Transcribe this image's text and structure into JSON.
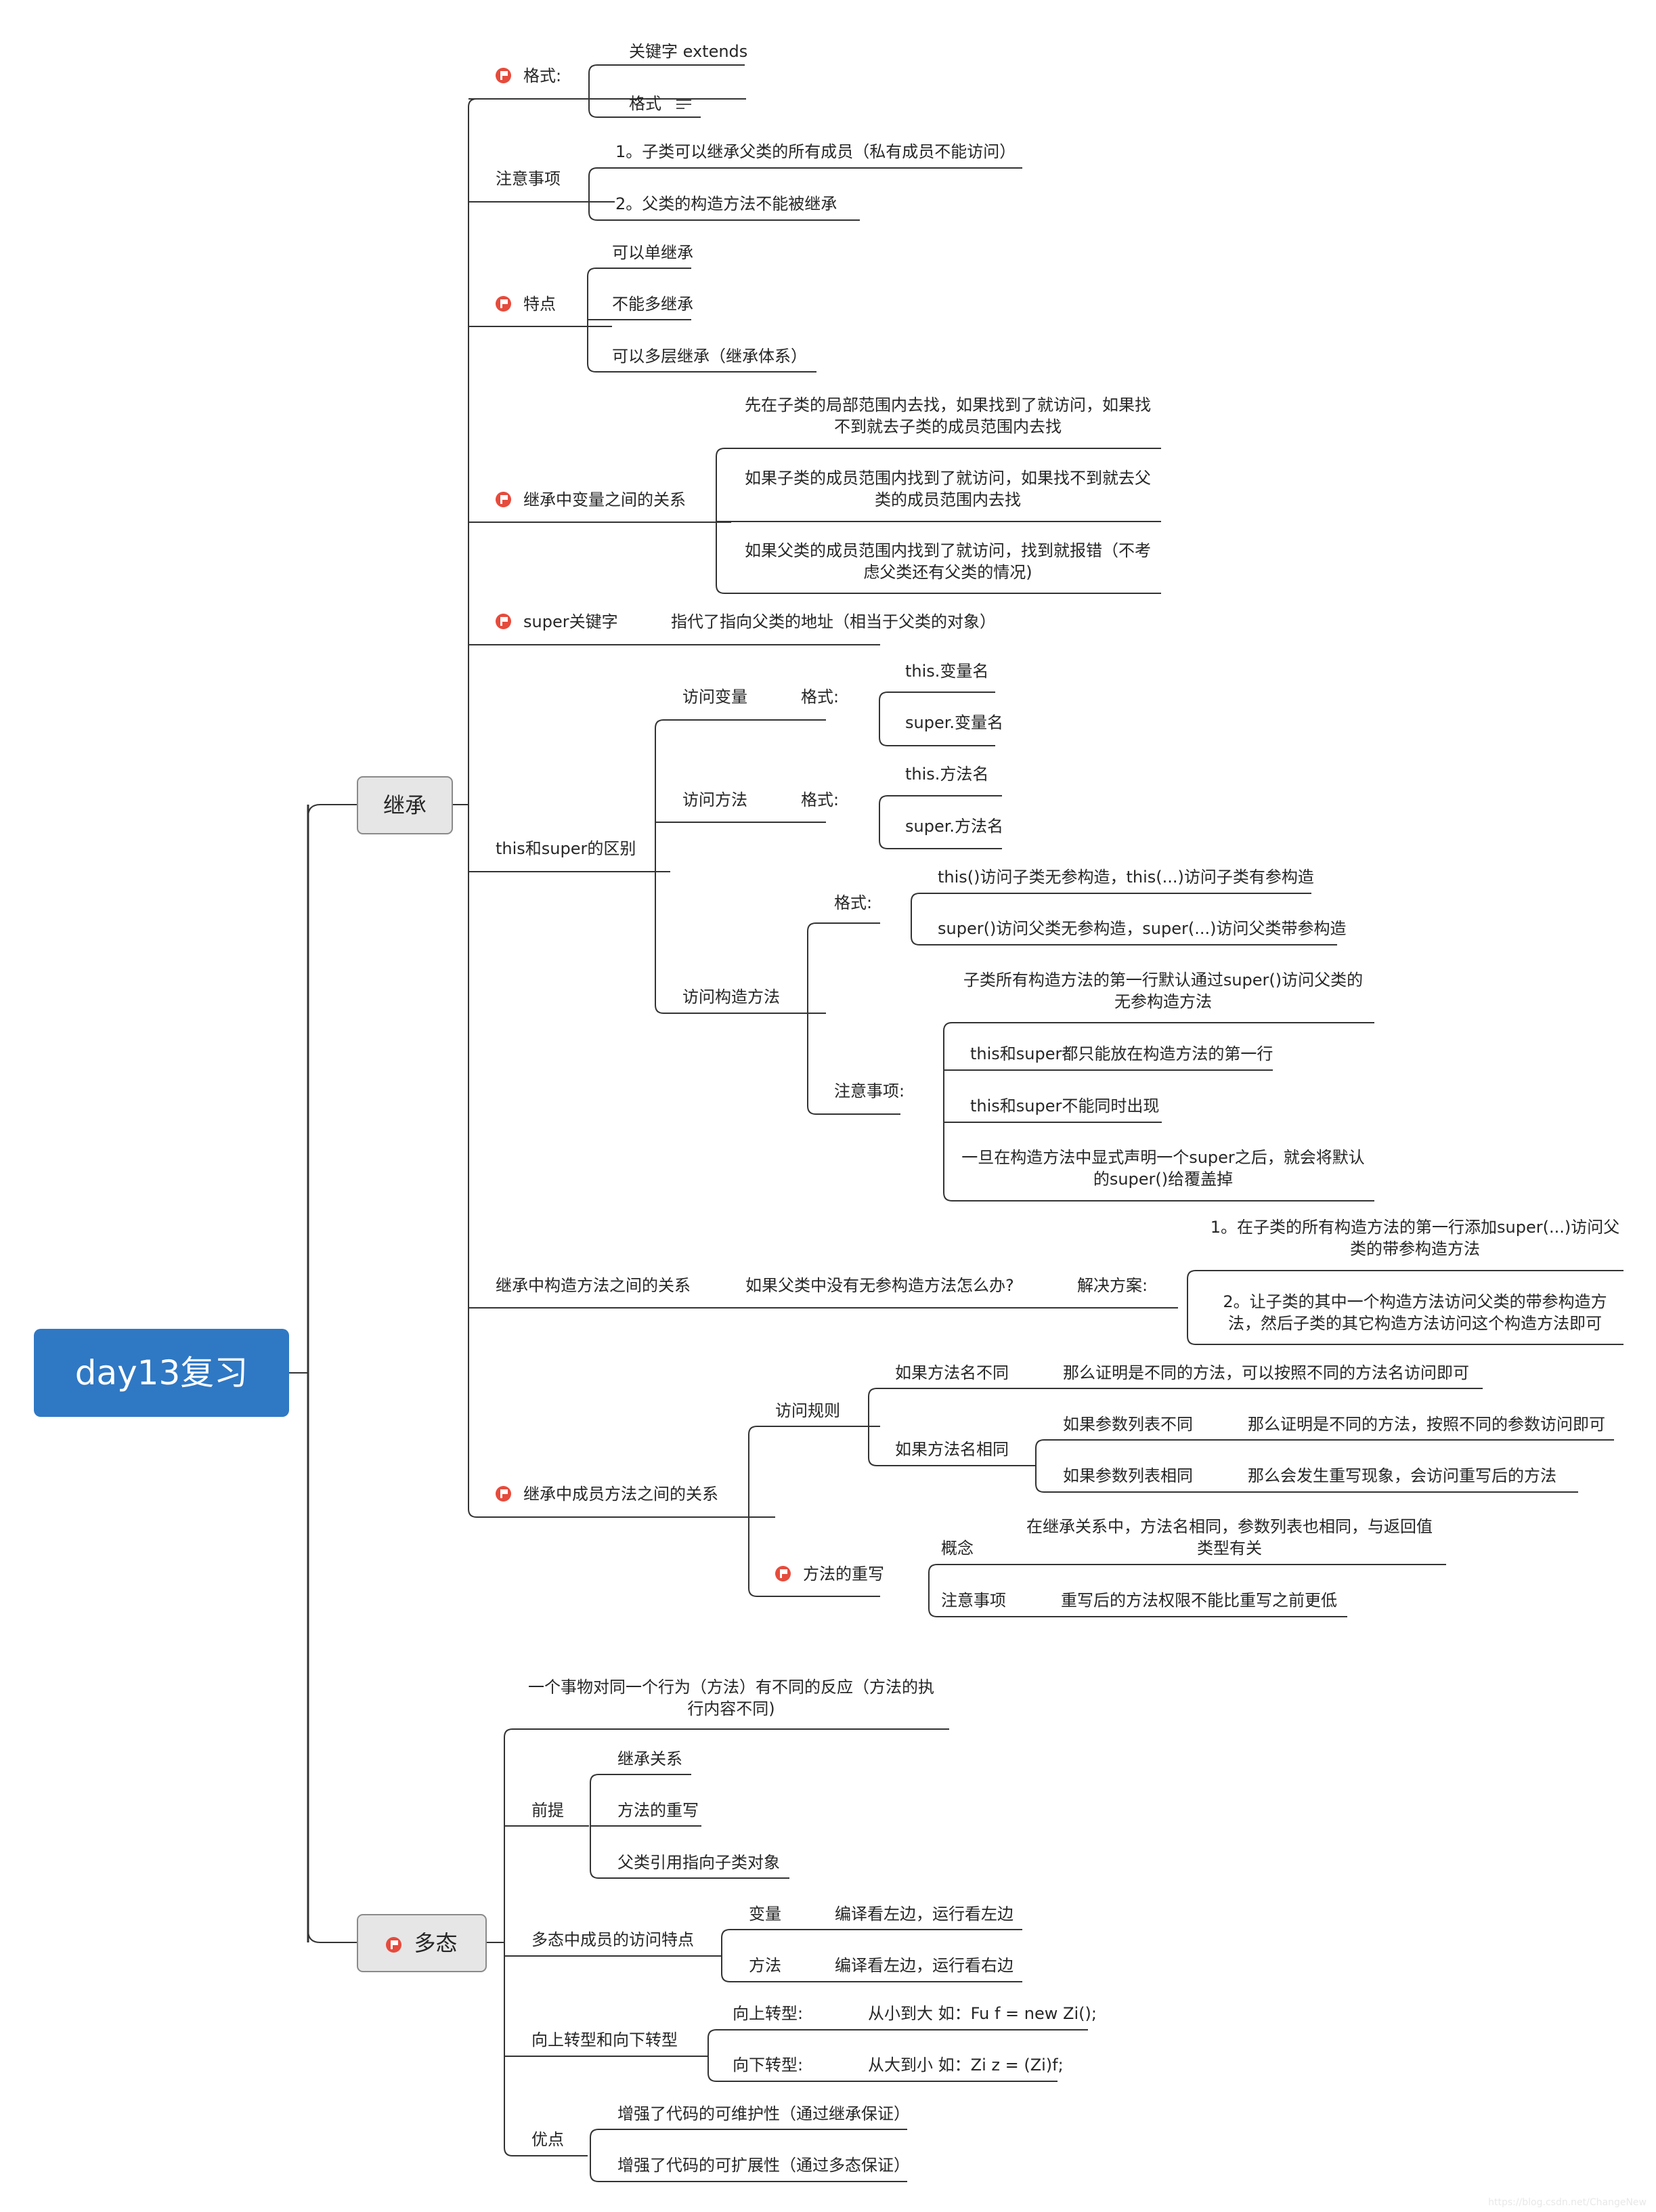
{
  "root": "day13复习",
  "main": {
    "jicheng": "继承",
    "duotai": "多态"
  },
  "jc": {
    "geshi": "格式:",
    "geshi_kw": "关键字 extends",
    "geshi_fmt": "格式",
    "zhuyi": "注意事项",
    "zhuyi_1": "1。子类可以继承父类的所有成员（私有成员不能访问）",
    "zhuyi_2": "2。父类的构造方法不能被继承",
    "tedian": "特点",
    "tedian_1": "可以单继承",
    "tedian_2": "不能多继承",
    "tedian_3": "可以多层继承（继承体系）",
    "bianliang": "继承中变量之间的关系",
    "bl_1a": "先在子类的局部范围内去找，如果找到了就访问，如果找",
    "bl_1b": "不到就去子类的成员范围内去找",
    "bl_2a": "如果子类的成员范围内找到了就访问，如果找不到就去父",
    "bl_2b": "类的成员范围内去找",
    "bl_3a": "如果父类的成员范围内找到了就访问，找到就报错（不考",
    "bl_3b": "虑父类还有父类的情况)",
    "super": "super关键字",
    "super_desc": "指代了指向父类的地址（相当于父类的对象）",
    "thissuper": "this和super的区别",
    "fangwen_bl": "访问变量",
    "geshi_label": "格式:",
    "this_bl": "this.变量名",
    "super_bl": "super.变量名",
    "fangwen_ff": "访问方法",
    "this_ff": "this.方法名",
    "super_ff": "super.方法名",
    "fangwen_gz": "访问构造方法",
    "gz_geshi": "格式:",
    "gz_this": "this()访问子类无参构造，this(...)访问子类有参构造",
    "gz_super": "super()访问父类无参构造，super(...)访问父类带参构造",
    "gz_zhuyi": "注意事项:",
    "gz_z1a": "子类所有构造方法的第一行默认通过super()访问父类的",
    "gz_z1b": "无参构造方法",
    "gz_z2": "this和super都只能放在构造方法的第一行",
    "gz_z3": "this和super不能同时出现",
    "gz_z4a": "一旦在构造方法中显式声明一个super之后，就会将默认",
    "gz_z4b": "的super()给覆盖掉",
    "gouzao": "继承中构造方法之间的关系",
    "gouzao_q": "如果父类中没有无参构造方法怎么办?",
    "jiejue": "解决方案:",
    "jj_1a": "1。在子类的所有构造方法的第一行添加super(...)访问父",
    "jj_1b": "类的带参构造方法",
    "jj_2a": "2。让子类的其中一个构造方法访问父类的带参构造方",
    "jj_2b": "法，然后子类的其它构造方法访问这个构造方法即可",
    "chengyuan": "继承中成员方法之间的关系",
    "fwgz": "访问规则",
    "mbt": "如果方法名不同",
    "mbt_desc": "那么证明是不同的方法，可以按照不同的方法名访问即可",
    "mxt": "如果方法名相同",
    "cbt": "如果参数列表不同",
    "cbt_desc": "那么证明是不同的方法，按照不同的参数访问即可",
    "cxt": "如果参数列表相同",
    "cxt_desc": "那么会发生重写现象，会访问重写后的方法",
    "chongxie": "方法的重写",
    "gainian": "概念",
    "gn_a": "在继承关系中，方法名相同，参数列表也相同，与返回值",
    "gn_b": "类型有关",
    "cx_zhuyi": "注意事项",
    "cx_zhuyi_desc": "重写后的方法权限不能比重写之前更低"
  },
  "dt": {
    "def_a": "一个事物对同一个行为（方法）有不同的反应（方法的执",
    "def_b": "行内容不同)",
    "qianti": "前提",
    "qt_1": "继承关系",
    "qt_2": "方法的重写",
    "qt_3": "父类引用指向子类对象",
    "fangwen": "多态中成员的访问特点",
    "fw_bl": "变量",
    "fw_bl_desc": "编译看左边，运行看左边",
    "fw_ff": "方法",
    "fw_ff_desc": "编译看左边，运行看右边",
    "zhuanxing": "向上转型和向下转型",
    "up": "向上转型:",
    "up_desc": "从小到大 如：Fu f = new Zi();",
    "down": "向下转型:",
    "down_desc": "从大到小 如：Zi z = (Zi)f;",
    "youdian": "优点",
    "yd_1": "增强了代码的可维护性（通过继承保证）",
    "yd_2": "增强了代码的可扩展性（通过多态保证）"
  },
  "watermark": "https://blog.csdn.net/ChangeNew"
}
